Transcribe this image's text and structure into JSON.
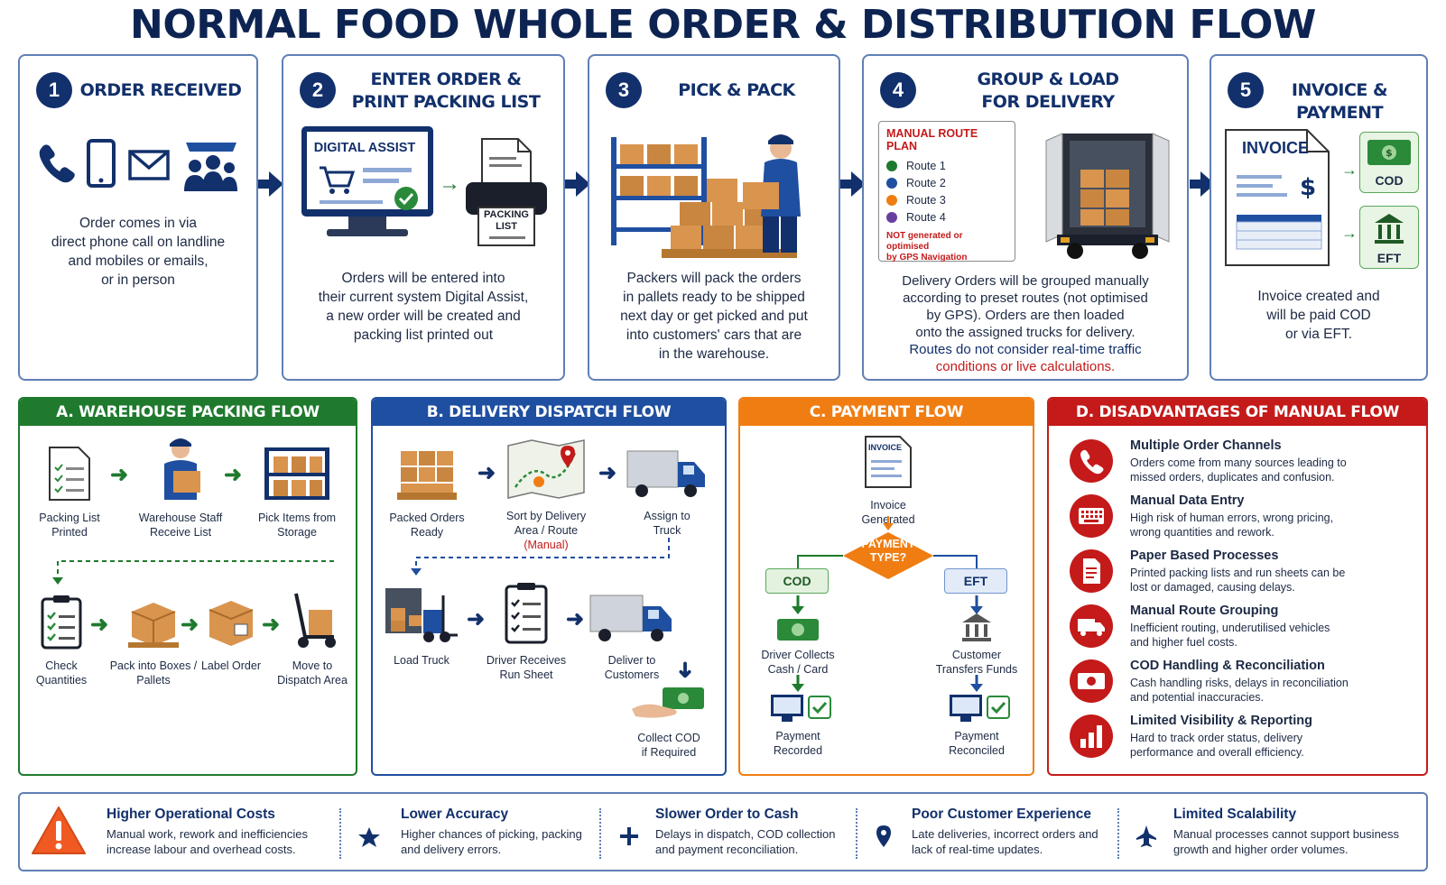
{
  "title": "NORMAL FOOD WHOLE ORDER & DISTRIBUTION FLOW",
  "colors": {
    "navy": "#12306b",
    "green": "#1f7a2e",
    "blue": "#1f4fa0",
    "orange": "#f07d12",
    "red": "#c41a1a"
  },
  "steps": [
    {
      "num": "1",
      "title": "ORDER RECEIVED",
      "title2": "",
      "desc": [
        "Order comes in via",
        "direct phone call on landline",
        "and mobiles or emails,",
        "or in person"
      ]
    },
    {
      "num": "2",
      "title": "ENTER ORDER &",
      "title2": "PRINT PACKING LIST",
      "screen_label": "DIGITAL ASSIST",
      "printer_label1": "PACKING",
      "printer_label2": "LIST",
      "desc": [
        "Orders will be entered into",
        "their current system Digital Assist,",
        "a new order will be created and",
        "packing list printed out"
      ]
    },
    {
      "num": "3",
      "title": "PICK & PACK",
      "title2": "",
      "desc": [
        "Packers will pack the orders",
        "in pallets ready to be shipped",
        "next day or get picked and put",
        "into customers' cars that are",
        "in the warehouse."
      ]
    },
    {
      "num": "4",
      "title": "GROUP & LOAD",
      "title2": "FOR DELIVERY",
      "route_plan": {
        "title": "MANUAL ROUTE PLAN",
        "routes": [
          {
            "name": "Route 1",
            "color": "#1e7a2e"
          },
          {
            "name": "Route 2",
            "color": "#1f4fa0"
          },
          {
            "name": "Route 3",
            "color": "#f07d12"
          },
          {
            "name": "Route 4",
            "color": "#6a3da0"
          }
        ],
        "note1": "NOT generated or optimised",
        "note2": "by GPS Navigation"
      },
      "desc": [
        "Delivery Orders will be grouped manually",
        "according to preset routes (not optimised",
        "by GPS).  Orders are then loaded",
        "onto the assigned trucks for delivery."
      ],
      "desc_blue": "Routes do not consider real-time traffic",
      "desc_red": "conditions or live calculations."
    },
    {
      "num": "5",
      "title": "INVOICE & PAYMENT",
      "title2": "",
      "invoice_label": "INVOICE",
      "cod_label": "COD",
      "eft_label": "EFT",
      "desc": [
        "Invoice created and",
        "will be paid COD",
        "or via EFT."
      ]
    }
  ],
  "panel_a": {
    "title": "A. WAREHOUSE PACKING FLOW",
    "row1": [
      [
        "Packing List",
        "Printed"
      ],
      [
        "Warehouse Staff",
        "Receive List"
      ],
      [
        "Pick Items from",
        "Storage"
      ]
    ],
    "row2": [
      [
        "Check",
        "Quantities"
      ],
      [
        "Pack into Boxes /",
        "Pallets"
      ],
      [
        "Label Order",
        ""
      ],
      [
        "Move to",
        "Dispatch Area"
      ]
    ]
  },
  "panel_b": {
    "title": "B. DELIVERY DISPATCH FLOW",
    "row1": [
      [
        "Packed Orders",
        "Ready"
      ],
      [
        "Sort by Delivery",
        "Area / Route"
      ],
      [
        "Assign to",
        "Truck"
      ]
    ],
    "manual_note": "(Manual)",
    "row2": [
      [
        "Load Truck",
        ""
      ],
      [
        "Driver Receives",
        "Run Sheet"
      ],
      [
        "Deliver to",
        "Customers"
      ]
    ],
    "collect": [
      "Collect COD",
      "if Required"
    ]
  },
  "panel_c": {
    "title": "C. PAYMENT FLOW",
    "invoice_icon": "INVOICE",
    "invoice_generated": [
      "Invoice",
      "Generated"
    ],
    "decision": [
      "PAYMENT",
      "TYPE?"
    ],
    "cod": "COD",
    "eft": "EFT",
    "cod_step": [
      "Driver Collects",
      "Cash / Card"
    ],
    "eft_step": [
      "Customer",
      "Transfers Funds"
    ],
    "cod_end": [
      "Payment",
      "Recorded"
    ],
    "eft_end": [
      "Payment",
      "Reconciled"
    ]
  },
  "panel_d": {
    "title": "D. DISADVANTAGES OF MANUAL FLOW",
    "items": [
      {
        "icon": "phone-icon",
        "title": "Multiple Order Channels",
        "desc": [
          "Orders come from many sources leading to",
          "missed orders, duplicates and confusion."
        ]
      },
      {
        "icon": "keyboard-icon",
        "title": "Manual Data Entry",
        "desc": [
          "High risk of human errors, wrong pricing,",
          "wrong quantities and rework."
        ]
      },
      {
        "icon": "document-icon",
        "title": "Paper Based Processes",
        "desc": [
          "Printed packing lists and run sheets can be",
          "lost or damaged, causing delays."
        ]
      },
      {
        "icon": "truck-icon",
        "title": "Manual Route Grouping",
        "desc": [
          "Inefficient routing, underutilised vehicles",
          "and higher fuel costs."
        ]
      },
      {
        "icon": "cash-icon",
        "title": "COD Handling & Reconciliation",
        "desc": [
          "Cash handling risks, delays in reconciliation",
          "and potential inaccuracies."
        ]
      },
      {
        "icon": "chart-icon",
        "title": "Limited Visibility & Reporting",
        "desc": [
          "Hard to track order status, delivery",
          "performance and overall efficiency."
        ]
      }
    ]
  },
  "bottom": [
    {
      "icon": "warning-icon",
      "title": "Higher Operational Costs",
      "desc": [
        "Manual work, rework and inefficiencies",
        "increase labour and overhead costs."
      ]
    },
    {
      "icon": "star-icon",
      "title": "Lower Accuracy",
      "desc": [
        "Higher chances of picking, packing",
        "and delivery errors."
      ]
    },
    {
      "icon": "cross-icon",
      "title": "Slower Order to Cash",
      "desc": [
        "Delays in dispatch, COD collection",
        "and payment reconciliation."
      ]
    },
    {
      "icon": "pin-icon",
      "title": "Poor Customer Experience",
      "desc": [
        "Late deliveries, incorrect orders and",
        "lack of real-time updates."
      ]
    },
    {
      "icon": "plane-icon",
      "title": "Limited Scalability",
      "desc": [
        "Manual processes cannot support business",
        "growth and higher order volumes."
      ]
    }
  ]
}
